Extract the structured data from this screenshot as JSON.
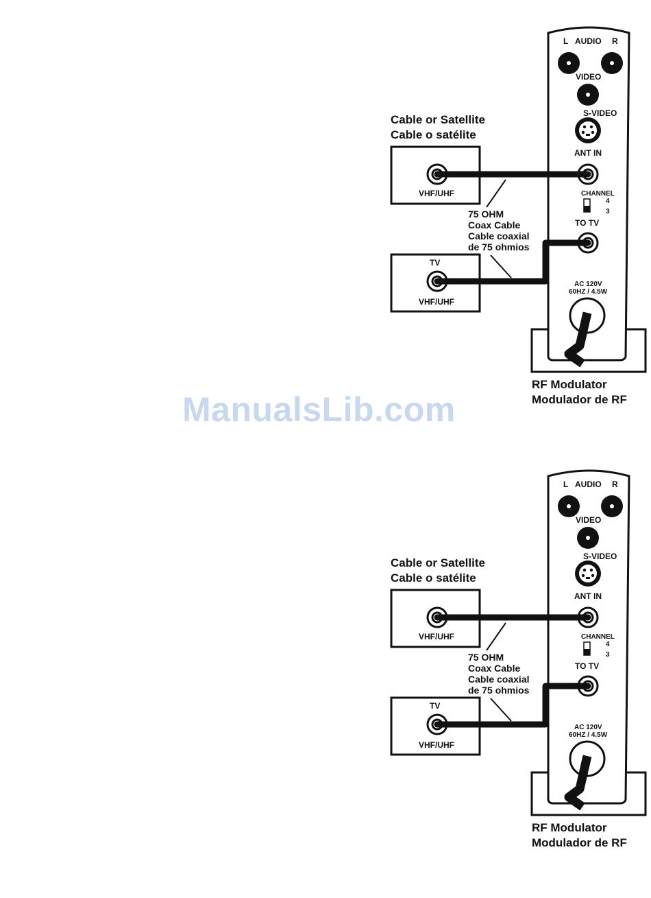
{
  "diagrams": [
    {
      "source_title_en": "Cable or Satellite",
      "source_title_es": "Cable o satélite",
      "source_port": "VHF/UHF",
      "tv_title": "TV",
      "tv_port": "VHF/UHF",
      "cable_label": [
        "75 OHM",
        "Coax Cable",
        "Cable coaxial",
        "de 75 ohmios"
      ],
      "modulator": {
        "audio_l": "L",
        "audio": "AUDIO",
        "audio_r": "R",
        "video": "VIDEO",
        "svideo": "S-VIDEO",
        "ant_in": "ANT IN",
        "channel": "CHANNEL",
        "ch4": "4",
        "ch3": "3",
        "to_tv": "TO TV",
        "power_line1": "AC 120V",
        "power_line2": "60HZ / 4.5W"
      },
      "modulator_title_en": "RF Modulator",
      "modulator_title_es": "Modulador de RF"
    },
    {
      "source_title_en": "Cable or Satellite",
      "source_title_es": "Cable o satélite",
      "source_port": "VHF/UHF",
      "tv_title": "TV",
      "tv_port": "VHF/UHF",
      "cable_label": [
        "75 OHM",
        "Coax Cable",
        "Cable coaxial",
        "de 75 ohmios"
      ],
      "modulator": {
        "audio_l": "L",
        "audio": "AUDIO",
        "audio_r": "R",
        "video": "VIDEO",
        "svideo": "S-VIDEO",
        "ant_in": "ANT IN",
        "channel": "CHANNEL",
        "ch4": "4",
        "ch3": "3",
        "to_tv": "TO TV",
        "power_line1": "AC 120V",
        "power_line2": "60HZ / 4.5W"
      },
      "modulator_title_en": "RF Modulator",
      "modulator_title_es": "Modulador de RF"
    }
  ],
  "watermark": "ManualsLib.com"
}
